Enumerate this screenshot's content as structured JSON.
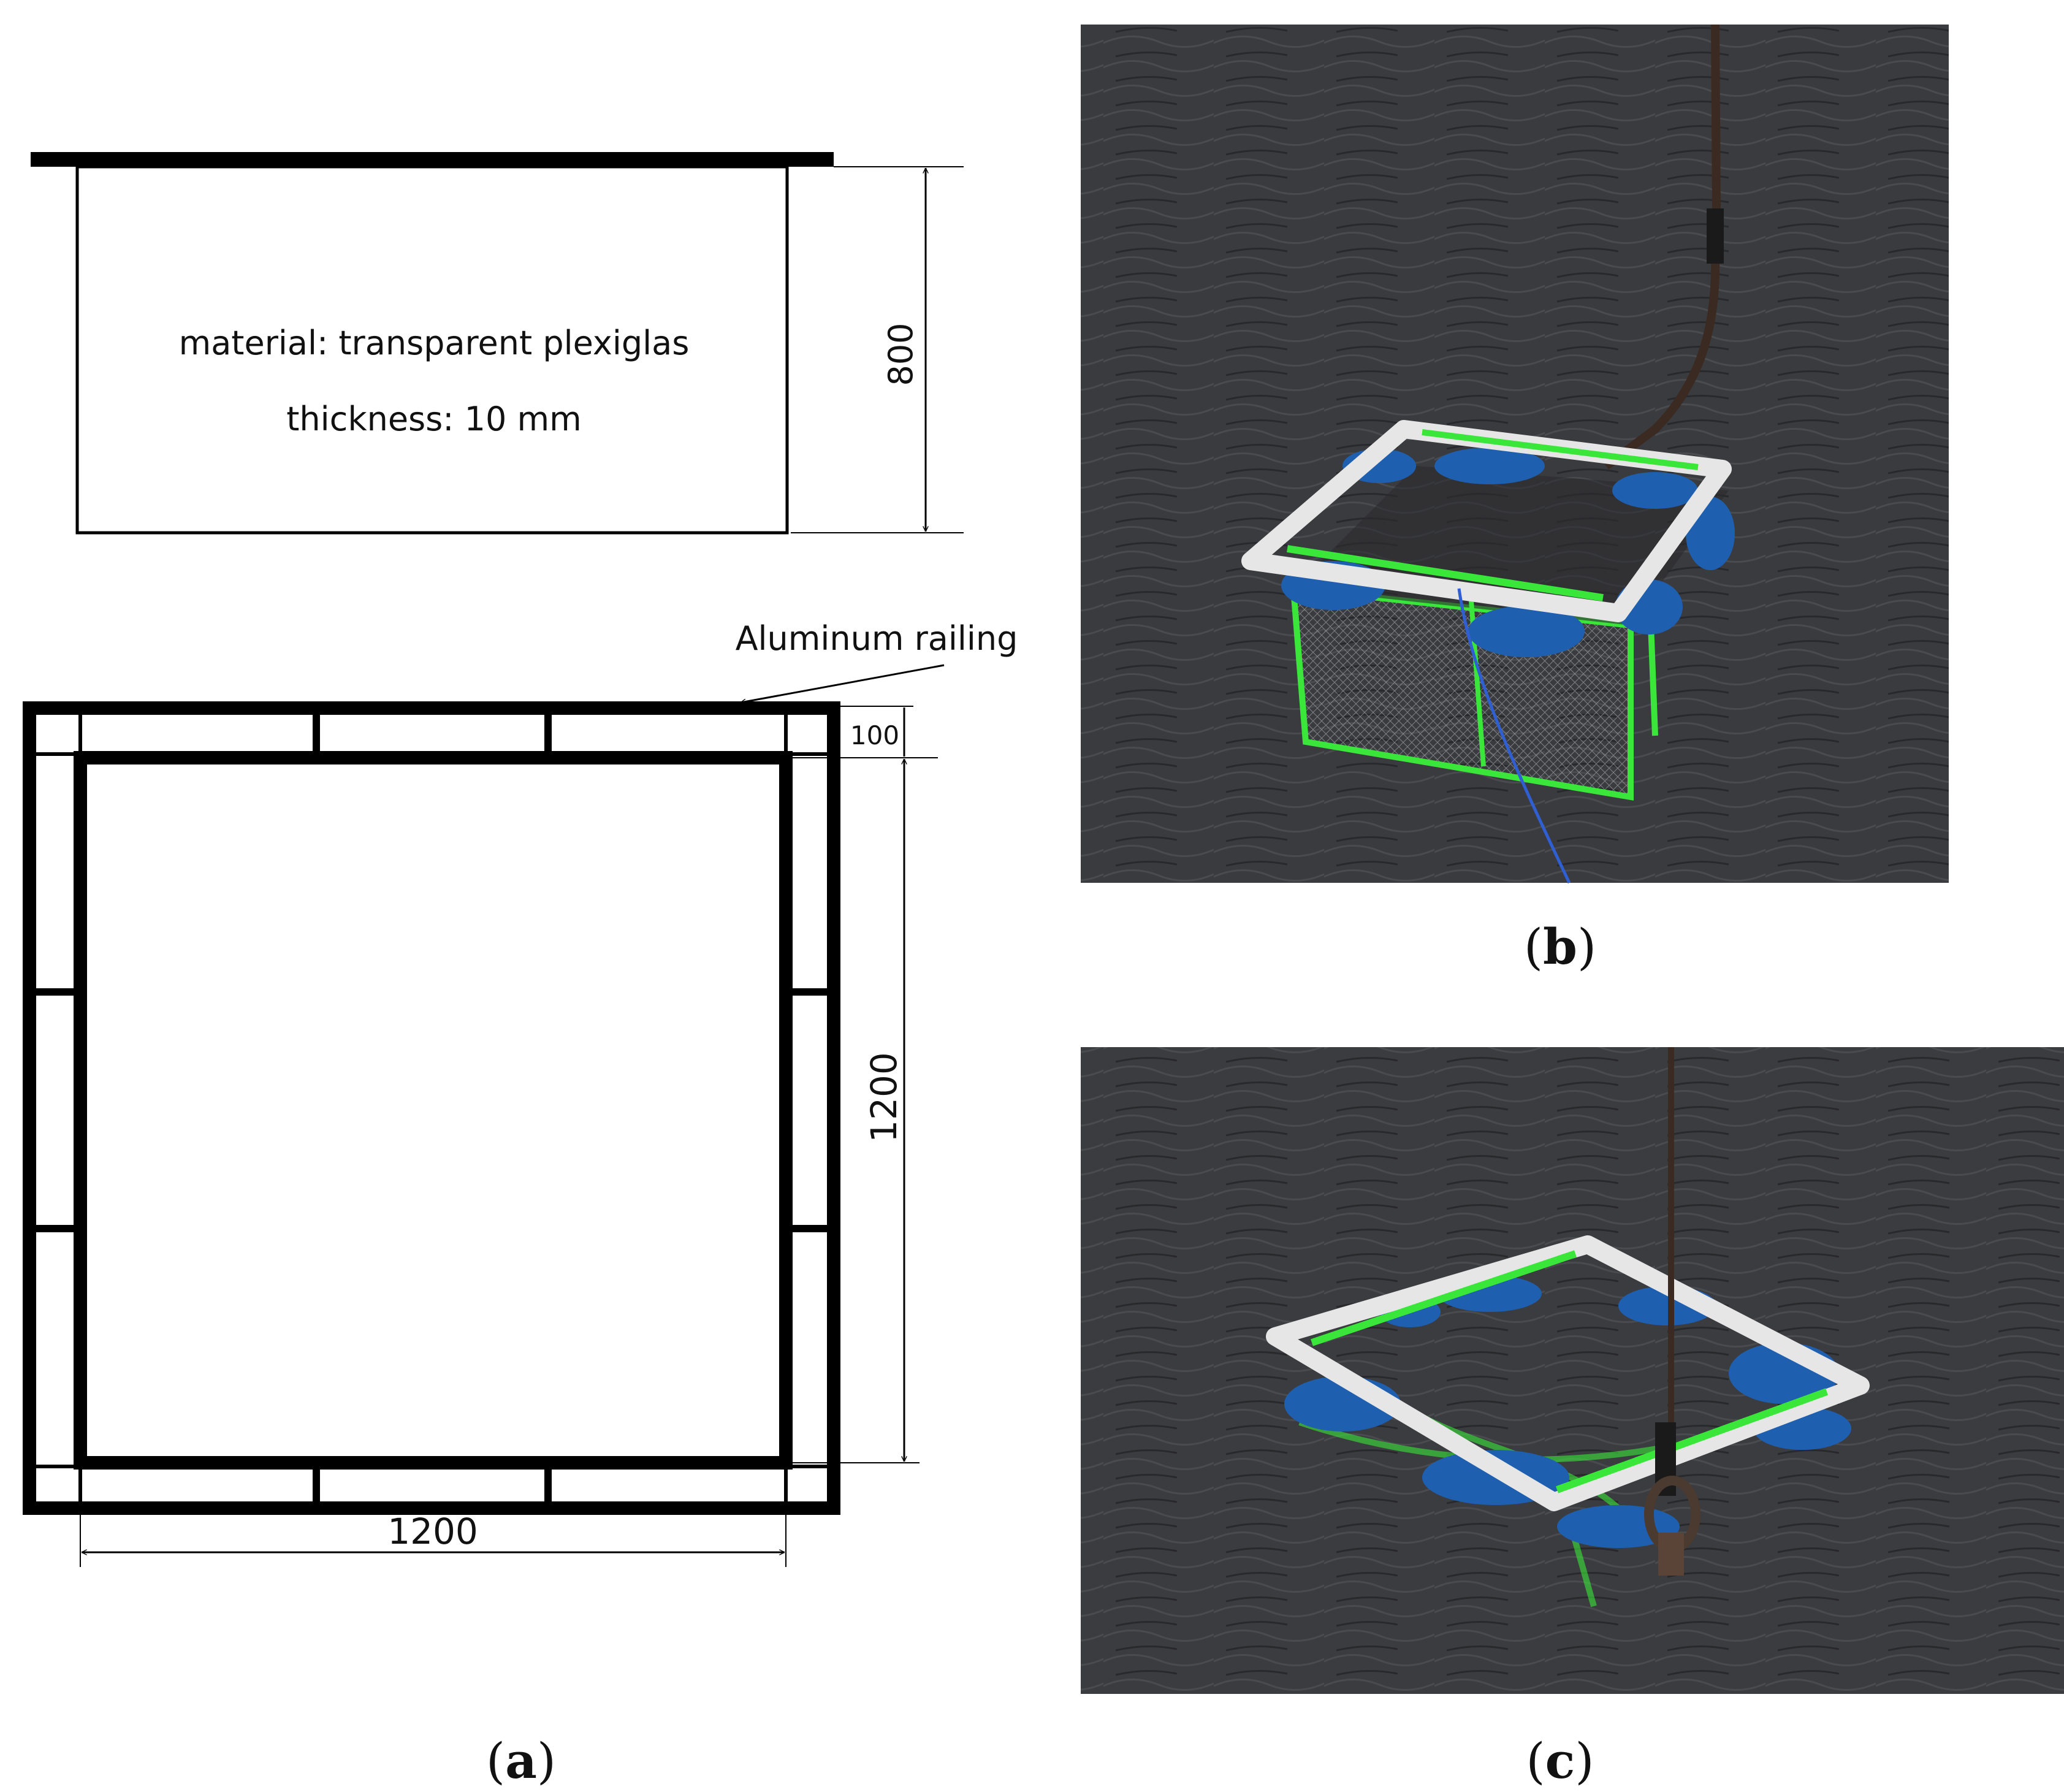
{
  "drawing": {
    "side_view": {
      "material_text": "material: transparent plexiglas",
      "thickness_text": "thickness: 10 mm",
      "height_dim": "800"
    },
    "top_view": {
      "callout": "Aluminum railing",
      "rail_dim": "100",
      "height_dim": "1200",
      "width_dim": "1200"
    }
  },
  "captions": {
    "a": "a",
    "b": "b",
    "c": "c"
  },
  "colors": {
    "ink": "#000000",
    "water_dark": "#2e2f31",
    "water_light": "#4a4b4e",
    "frame_white": "#e6e6e6",
    "float_blue": "#1f5fb0",
    "strap_green": "#39e639",
    "rope_brown": "#3a2a22",
    "line_blue": "#2f5fd0"
  }
}
